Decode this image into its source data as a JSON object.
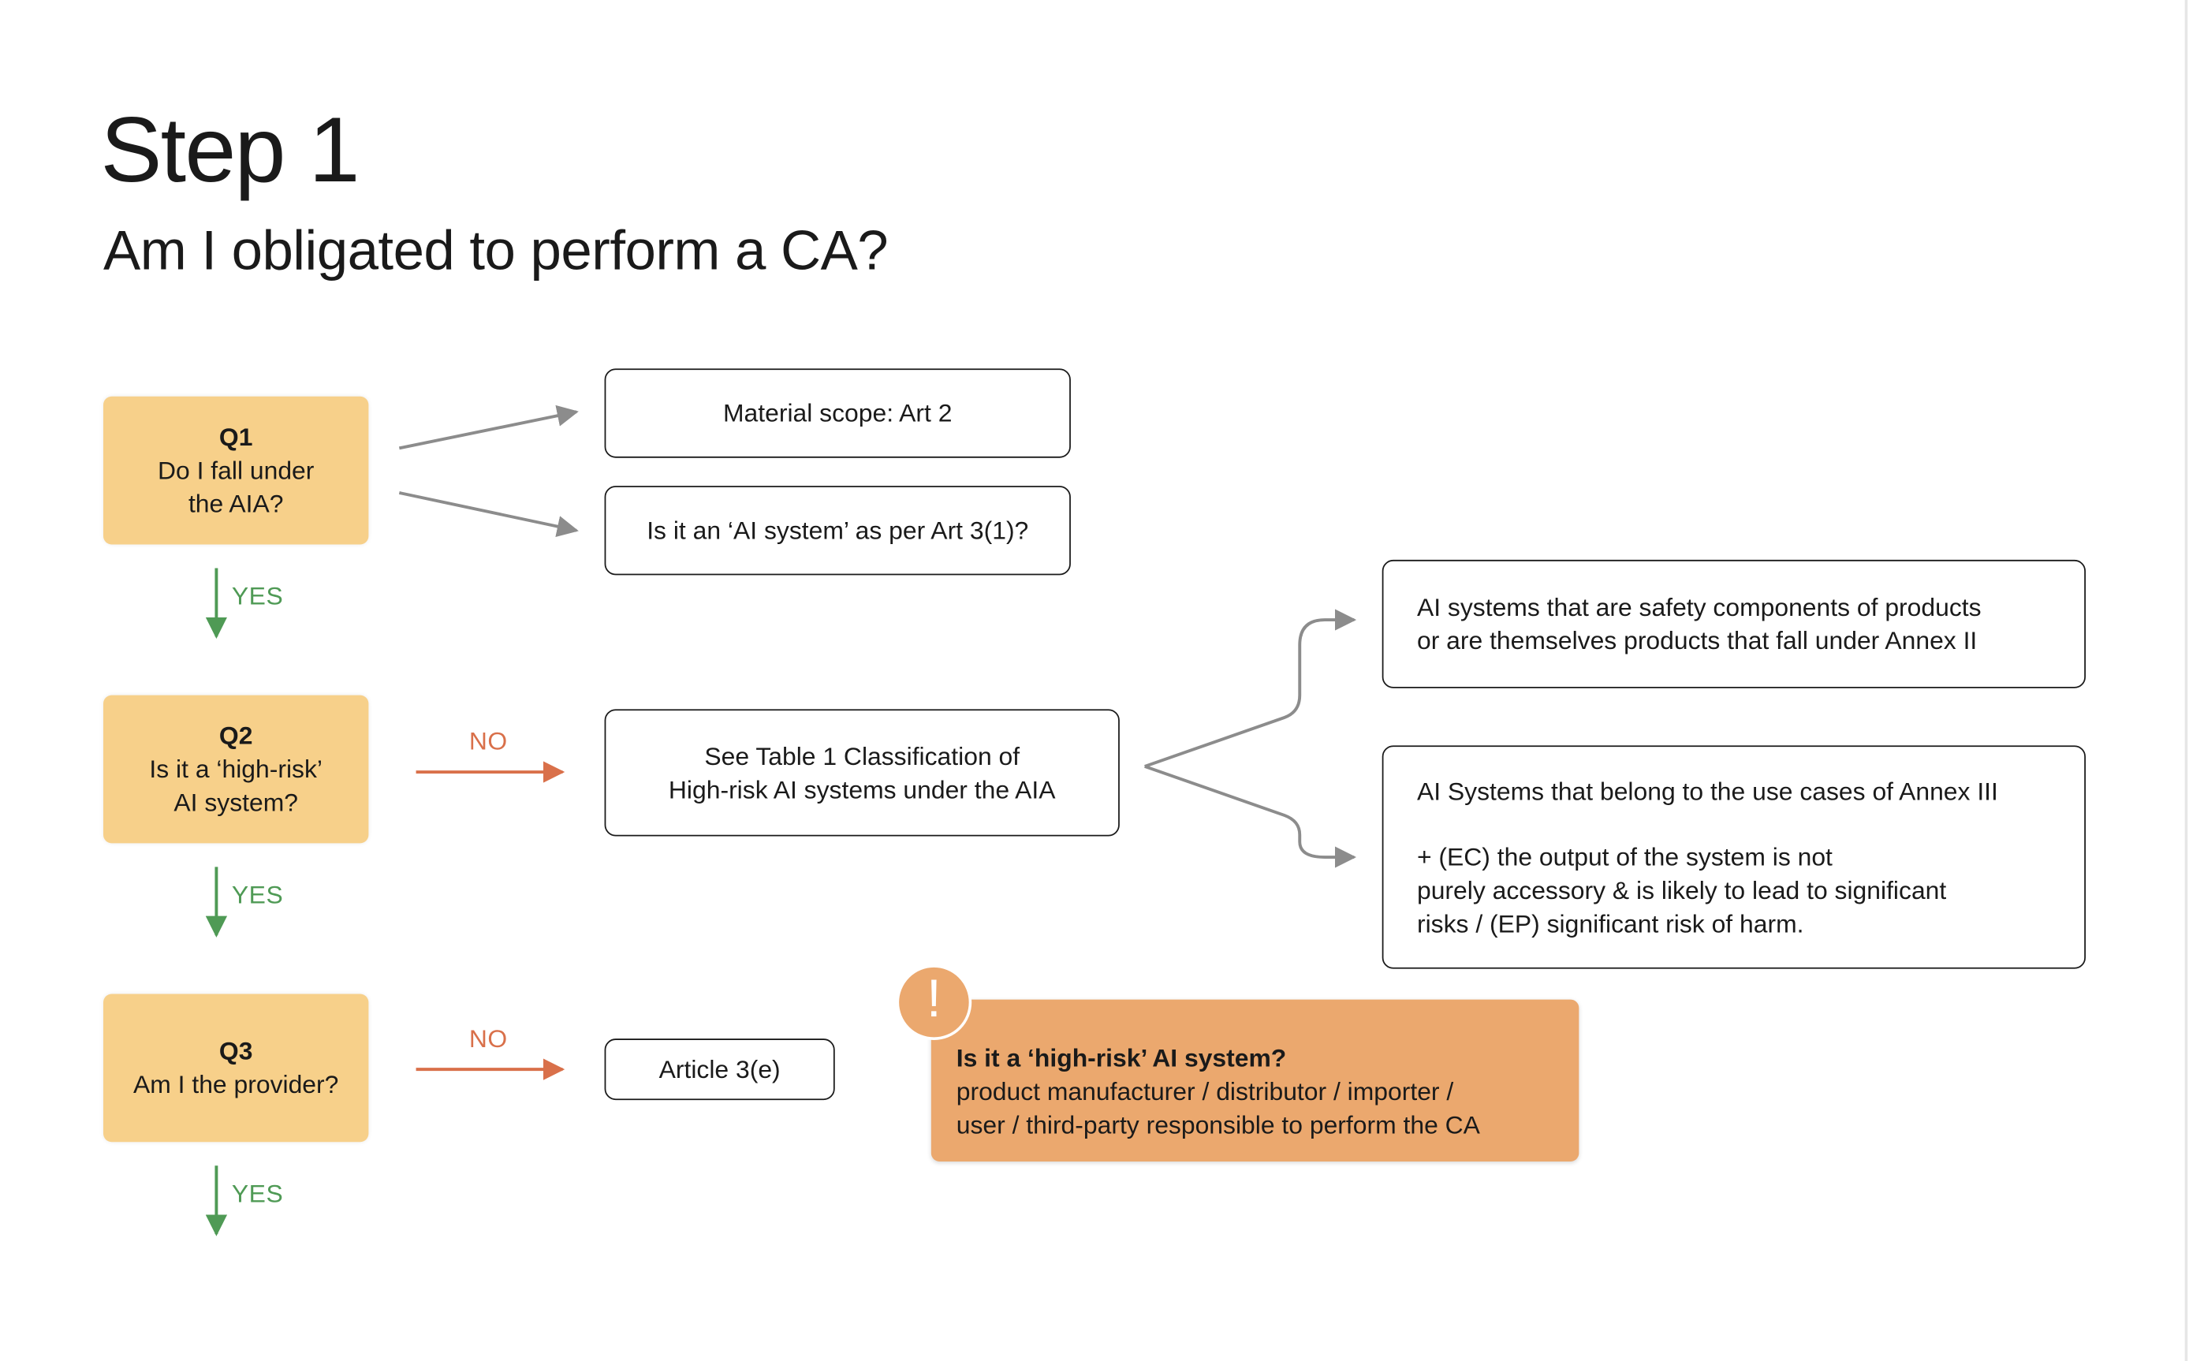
{
  "title": "Step 1",
  "subtitle": "Am I obligated to perform a CA?",
  "questions": [
    {
      "id": "Q1",
      "text": "Do I fall under\nthe AIA?"
    },
    {
      "id": "Q2",
      "text": "Is it a ‘high-risk’\nAI system?"
    },
    {
      "id": "Q3",
      "text": "Am I the provider?"
    }
  ],
  "yes_label": "YES",
  "no_label": "NO",
  "boxes": {
    "material_scope": "Material scope: Art 2",
    "ai_system": "Is it an ‘AI system’ as per Art 3(1)?",
    "table1": "See Table 1 Classification of\nHigh-risk AI systems under the AIA",
    "article3e": "Article 3(e)",
    "annex2": "AI systems that are safety components of products\nor are themselves products that fall under Annex II",
    "annex3_line1": "AI Systems that belong to the use cases of Annex III",
    "annex3_line2": "+ (EC) the output of the system is not\npurely accessory & is likely to lead to significant\nrisks / (EP) significant risk of harm."
  },
  "alert": {
    "badge": "!",
    "heading": "Is it a ‘high-risk’ AI system?",
    "body": "product manufacturer / distributor / importer /\nuser / third-party responsible to perform the CA"
  },
  "colors": {
    "question_fill": "#f7d08a",
    "alert_fill": "#eba86e",
    "yes_green": "#4f9a55",
    "no_orange": "#d9704a",
    "arrow_grey": "#8c8c8c"
  }
}
